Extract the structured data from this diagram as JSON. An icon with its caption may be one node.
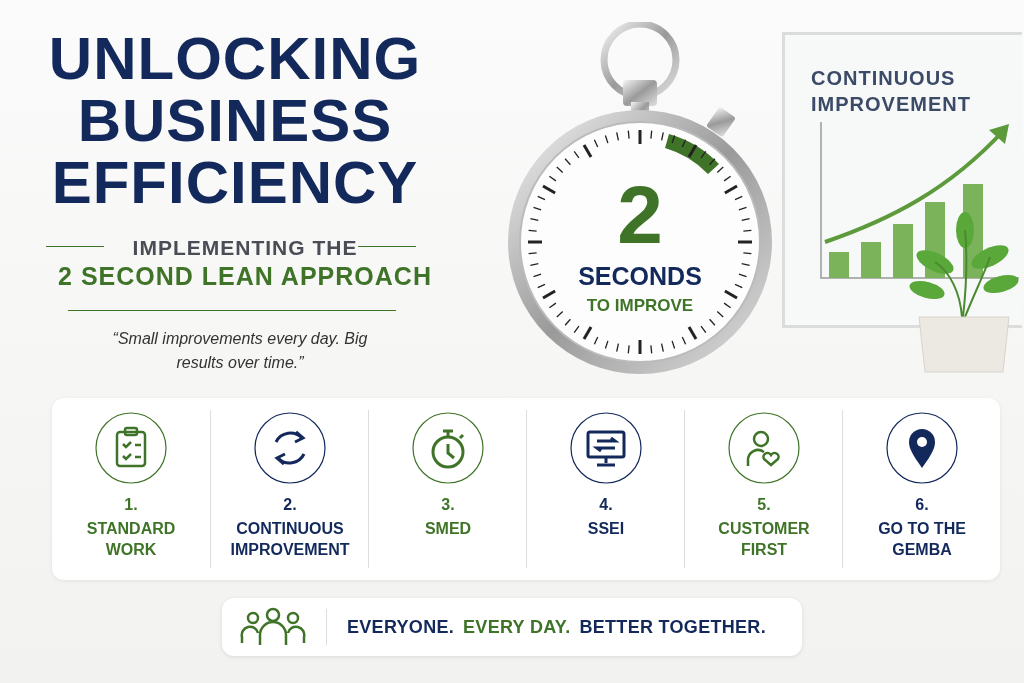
{
  "diagram": {
    "title": "UNLOCKING BUSINESS EFFICIENCY",
    "nodes": [
      {
        "text": [
          "2",
          "SECONDS",
          "TO IMPROVE"
        ]
      },
      {
        "text": [
          "CONTINUOUS IMPROVEMENT"
        ]
      },
      {
        "text": [],
        "shape": "box"
      },
      {
        "text": [
          "1.",
          "STANDARD WORK"
        ],
        "in": 2
      },
      {
        "text": [
          "2.",
          "CONTINUOUS IMPROVEMENT"
        ],
        "in": 2
      },
      {
        "text": [
          "3.",
          "SMED"
        ],
        "in": 2
      },
      {
        "text": [
          "4.",
          "SSEI"
        ],
        "in": 2
      },
      {
        "text": [
          "5.",
          "CUSTOMER FIRST"
        ],
        "in": 2
      },
      {
        "text": [
          "6.",
          "GO TO THE GEMBA"
        ],
        "in": 2
      },
      {
        "text": [
          "EVERYONE.",
          "EVERY DAY.",
          "BETTER TOGETHER."
        ]
      }
    ],
    "edges": [],
    "labels": [
      "IMPLEMENTING THE",
      "2 SECOND LEAN APPROACH",
      "“Small improvements every day. Big results over time.”"
    ]
  }
}
